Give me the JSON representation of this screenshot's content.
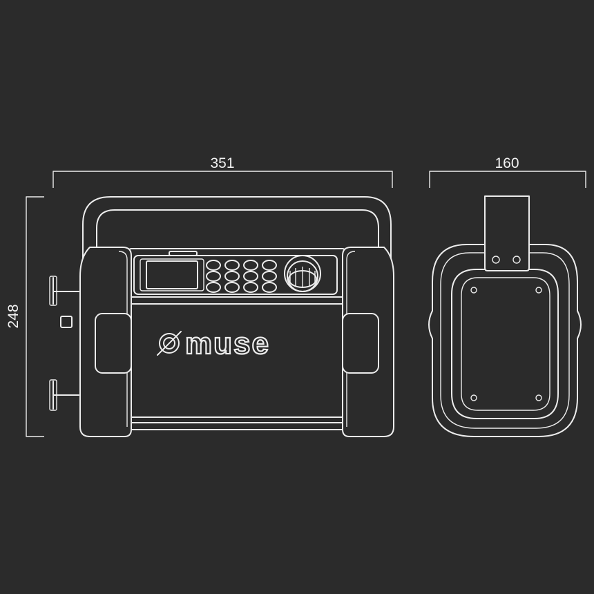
{
  "dimensions": {
    "width": "351",
    "depth": "160",
    "height": "248"
  },
  "brand": {
    "logo_text": "muse"
  },
  "colors": {
    "background": "#2b2b2b",
    "line": "#ececec"
  },
  "icons": {
    "logo_symbol": "slashed-circle-icon",
    "control_knob": "knob-icon"
  }
}
